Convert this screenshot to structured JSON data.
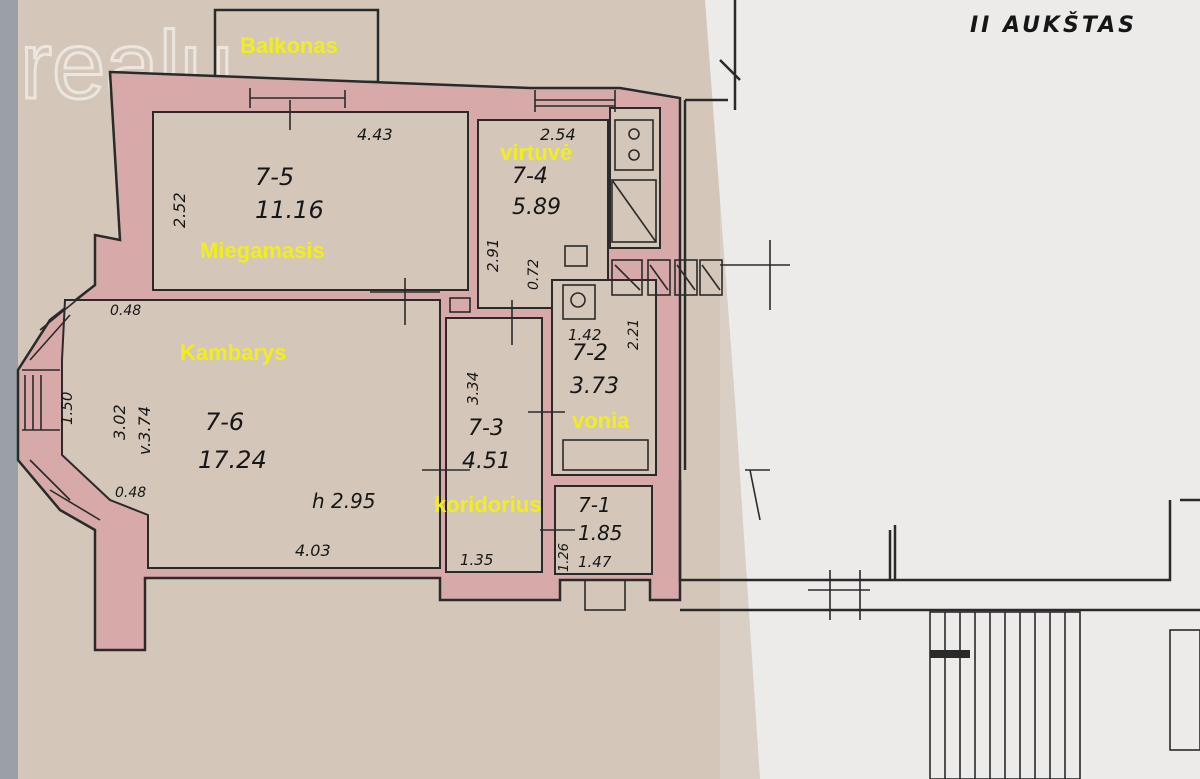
{
  "watermark": "realu",
  "floor_title": "II AUKŠTAS",
  "labels": {
    "balcony": "Balkonas",
    "kitchen": "virtuvė",
    "bedroom": "Miegamasis",
    "room": "Kambarys",
    "bath": "vonia",
    "corridor": "koridorius"
  },
  "rooms": {
    "r75": {
      "id": "7-5",
      "area": "11.16"
    },
    "r74": {
      "id": "7-4",
      "area": "5.89"
    },
    "r76": {
      "id": "7-6",
      "area": "17.24"
    },
    "r73": {
      "id": "7-3",
      "area": "4.51"
    },
    "r72": {
      "id": "7-2",
      "area": "3.73"
    },
    "r71": {
      "id": "7-1",
      "area": "1.85"
    }
  },
  "dims": {
    "d443": "4.43",
    "d252": "2.52",
    "d254": "2.54",
    "d291": "2.91",
    "d072": "0.72",
    "d048a": "0.48",
    "d150": "1.50",
    "d302": "3.02",
    "dv374": "v.3.74",
    "d048b": "0.48",
    "dh295": "h 2.95",
    "d403": "4.03",
    "d334": "3.34",
    "d142": "1.42",
    "d221": "2.21",
    "d135": "1.35",
    "d126": "1.26",
    "d147": "1.47"
  }
}
